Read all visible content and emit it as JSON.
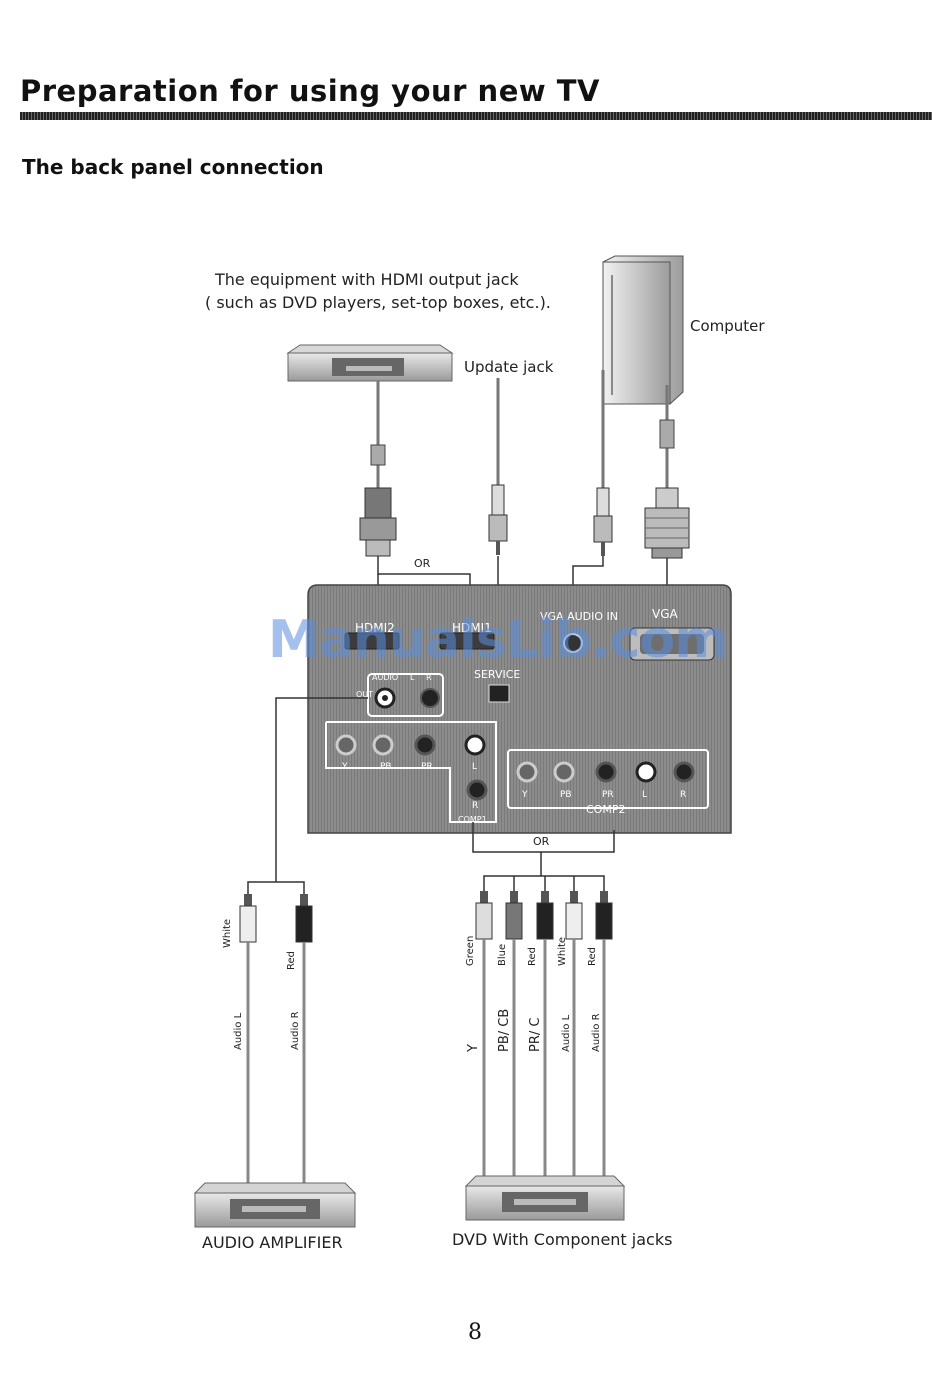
{
  "page": {
    "title": "Preparation for using your new TV",
    "subtitle": "The back panel connection",
    "page_number": "8"
  },
  "watermark": "ManualsLib.com",
  "labels": {
    "hdmi_equipment_line1": "The equipment with HDMI output jack",
    "hdmi_equipment_line2": "( such as DVD players, set-top boxes, etc.).",
    "computer": "Computer",
    "update_jack": "Update jack",
    "or_top": "OR",
    "or_bottom": "OR",
    "audio_amplifier": "AUDIO  AMPLIFIER",
    "dvd_component": "DVD With  Component jacks"
  },
  "panel": {
    "hdmi2": "HDMI2",
    "hdmi1": "HDMI1",
    "vga_audio_in": "VGA AUDIO IN",
    "vga": "VGA",
    "service": "SERVICE",
    "audio_out_audio": "AUDIO",
    "audio_out_l": "L",
    "audio_out_r": "R",
    "audio_out_out": "OUT",
    "comp1": "COMP1",
    "comp2": "COMP2",
    "comp1_y": "Y",
    "comp1_pb": "PB",
    "comp1_pr": "PR",
    "comp1_l": "L",
    "comp1_r": "R",
    "comp2_y": "Y",
    "comp2_pb": "PB",
    "comp2_pr": "PR",
    "comp2_l": "L",
    "comp2_r": "R"
  },
  "cables_left": {
    "white": "White",
    "red": "Red",
    "audio_l": "Audio L",
    "audio_r": "Audio R"
  },
  "cables_right": {
    "green": "Green",
    "blue": "Blue",
    "red": "Red",
    "white": "White",
    "red2": "Red",
    "y": "Y",
    "pb_cb": "PB/ CB",
    "pr_c": "PR/ C",
    "audio_l": "Audio L",
    "audio_r": "Audio R"
  },
  "colors": {
    "panel": "#8a8a8a",
    "panel_dark": "#5d5d5d",
    "cable": "#888888"
  }
}
